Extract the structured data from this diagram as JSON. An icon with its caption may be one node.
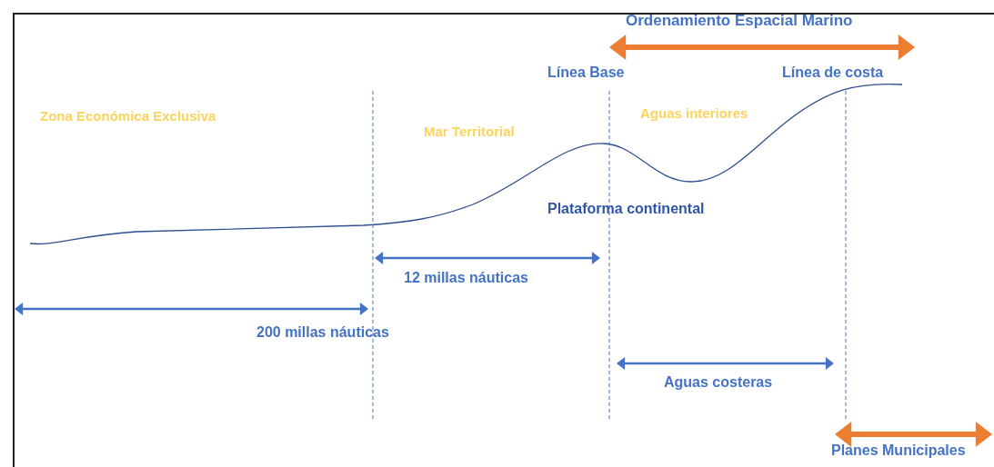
{
  "diagram": {
    "labels": [
      "Ordenamiento Espacial Marino",
      "Línea Base",
      "Línea de costa",
      "Zona Económica Exclusiva",
      "Mar Territorial",
      "Aguas interiores",
      "Plataforma continental",
      "12 millas náuticas",
      "200 millas náuticas",
      "Aguas costeras",
      "Planes Municipales"
    ]
  }
}
